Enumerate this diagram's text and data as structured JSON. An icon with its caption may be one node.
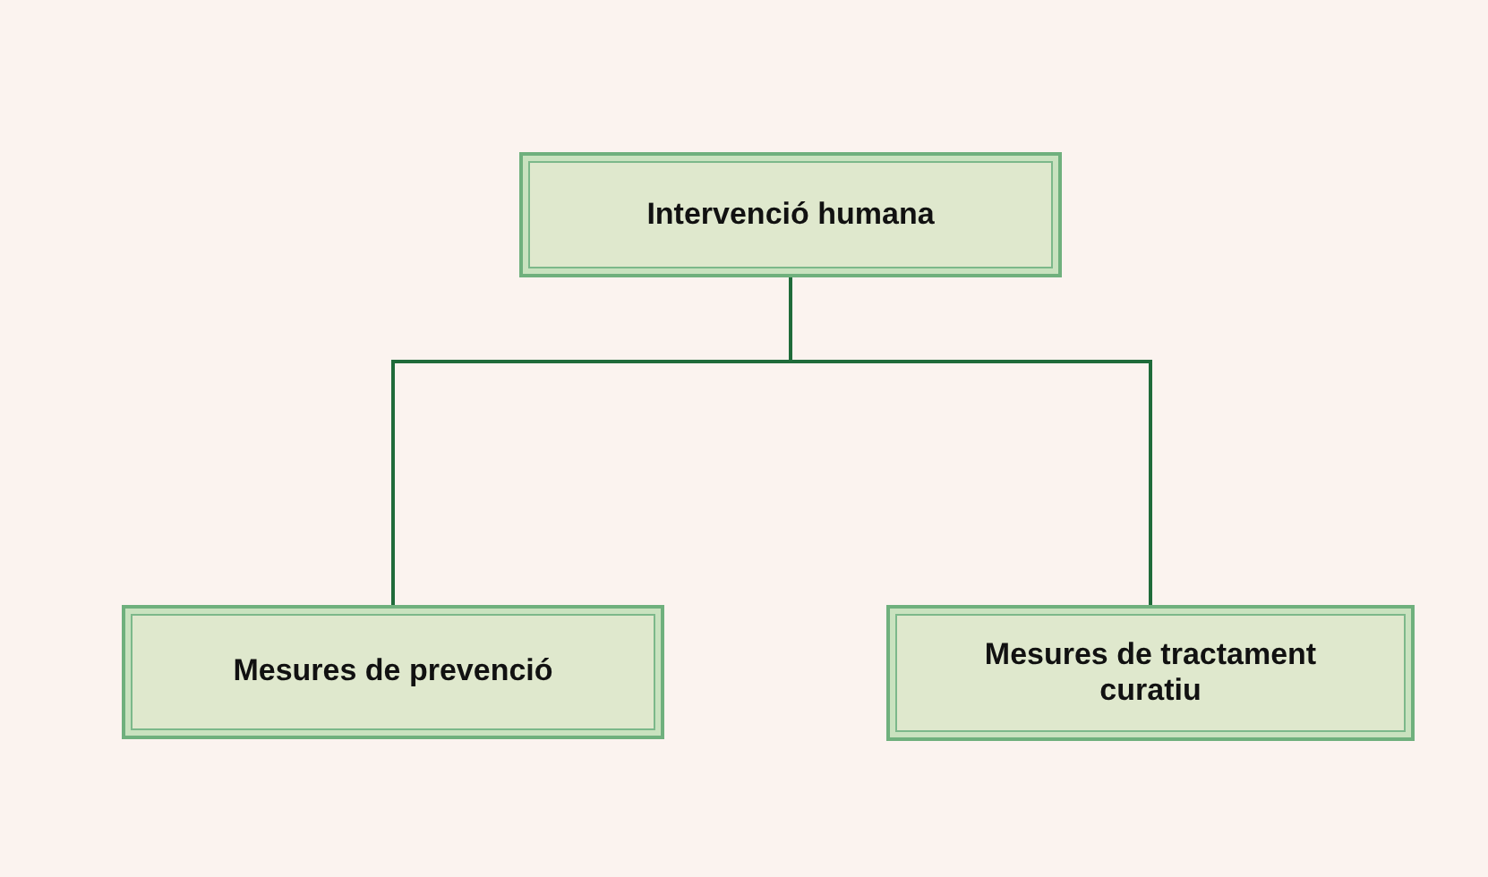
{
  "diagram": {
    "nodes": [
      {
        "text": [
          "Intervenció humana"
        ]
      },
      {
        "text": [
          "Mesures de prevenció"
        ]
      },
      {
        "text": [
          "Mesures de tractament curatiu"
        ]
      }
    ],
    "edges": [
      {
        "from": 0,
        "to": 1,
        "arrow": "none"
      },
      {
        "from": 0,
        "to": 2,
        "arrow": "none"
      }
    ]
  }
}
